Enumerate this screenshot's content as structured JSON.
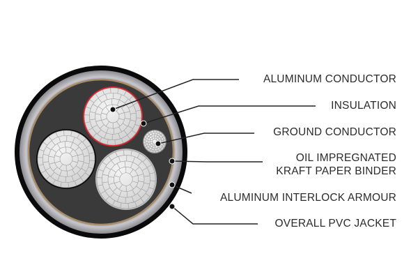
{
  "labels": {
    "aluminum_conductor": "ALUMINUM CONDUCTOR",
    "insulation": "INSULATION",
    "ground_conductor": "GROUND CONDUCTOR",
    "binder_line1": "OIL IMPREGNATED",
    "binder_line2": "KRAFT PAPER BINDER",
    "armour": "ALUMINUM INTERLOCK ARMOUR",
    "jacket": "OVERALL PVC JACKET"
  },
  "colors": {
    "jacket": "#0a0a0a",
    "armour": "#b8b8bc",
    "binder": "#a88c68",
    "filler": "#3a3a3a",
    "insulation_red": "#e3202a",
    "strand": "#e6e6e6"
  }
}
